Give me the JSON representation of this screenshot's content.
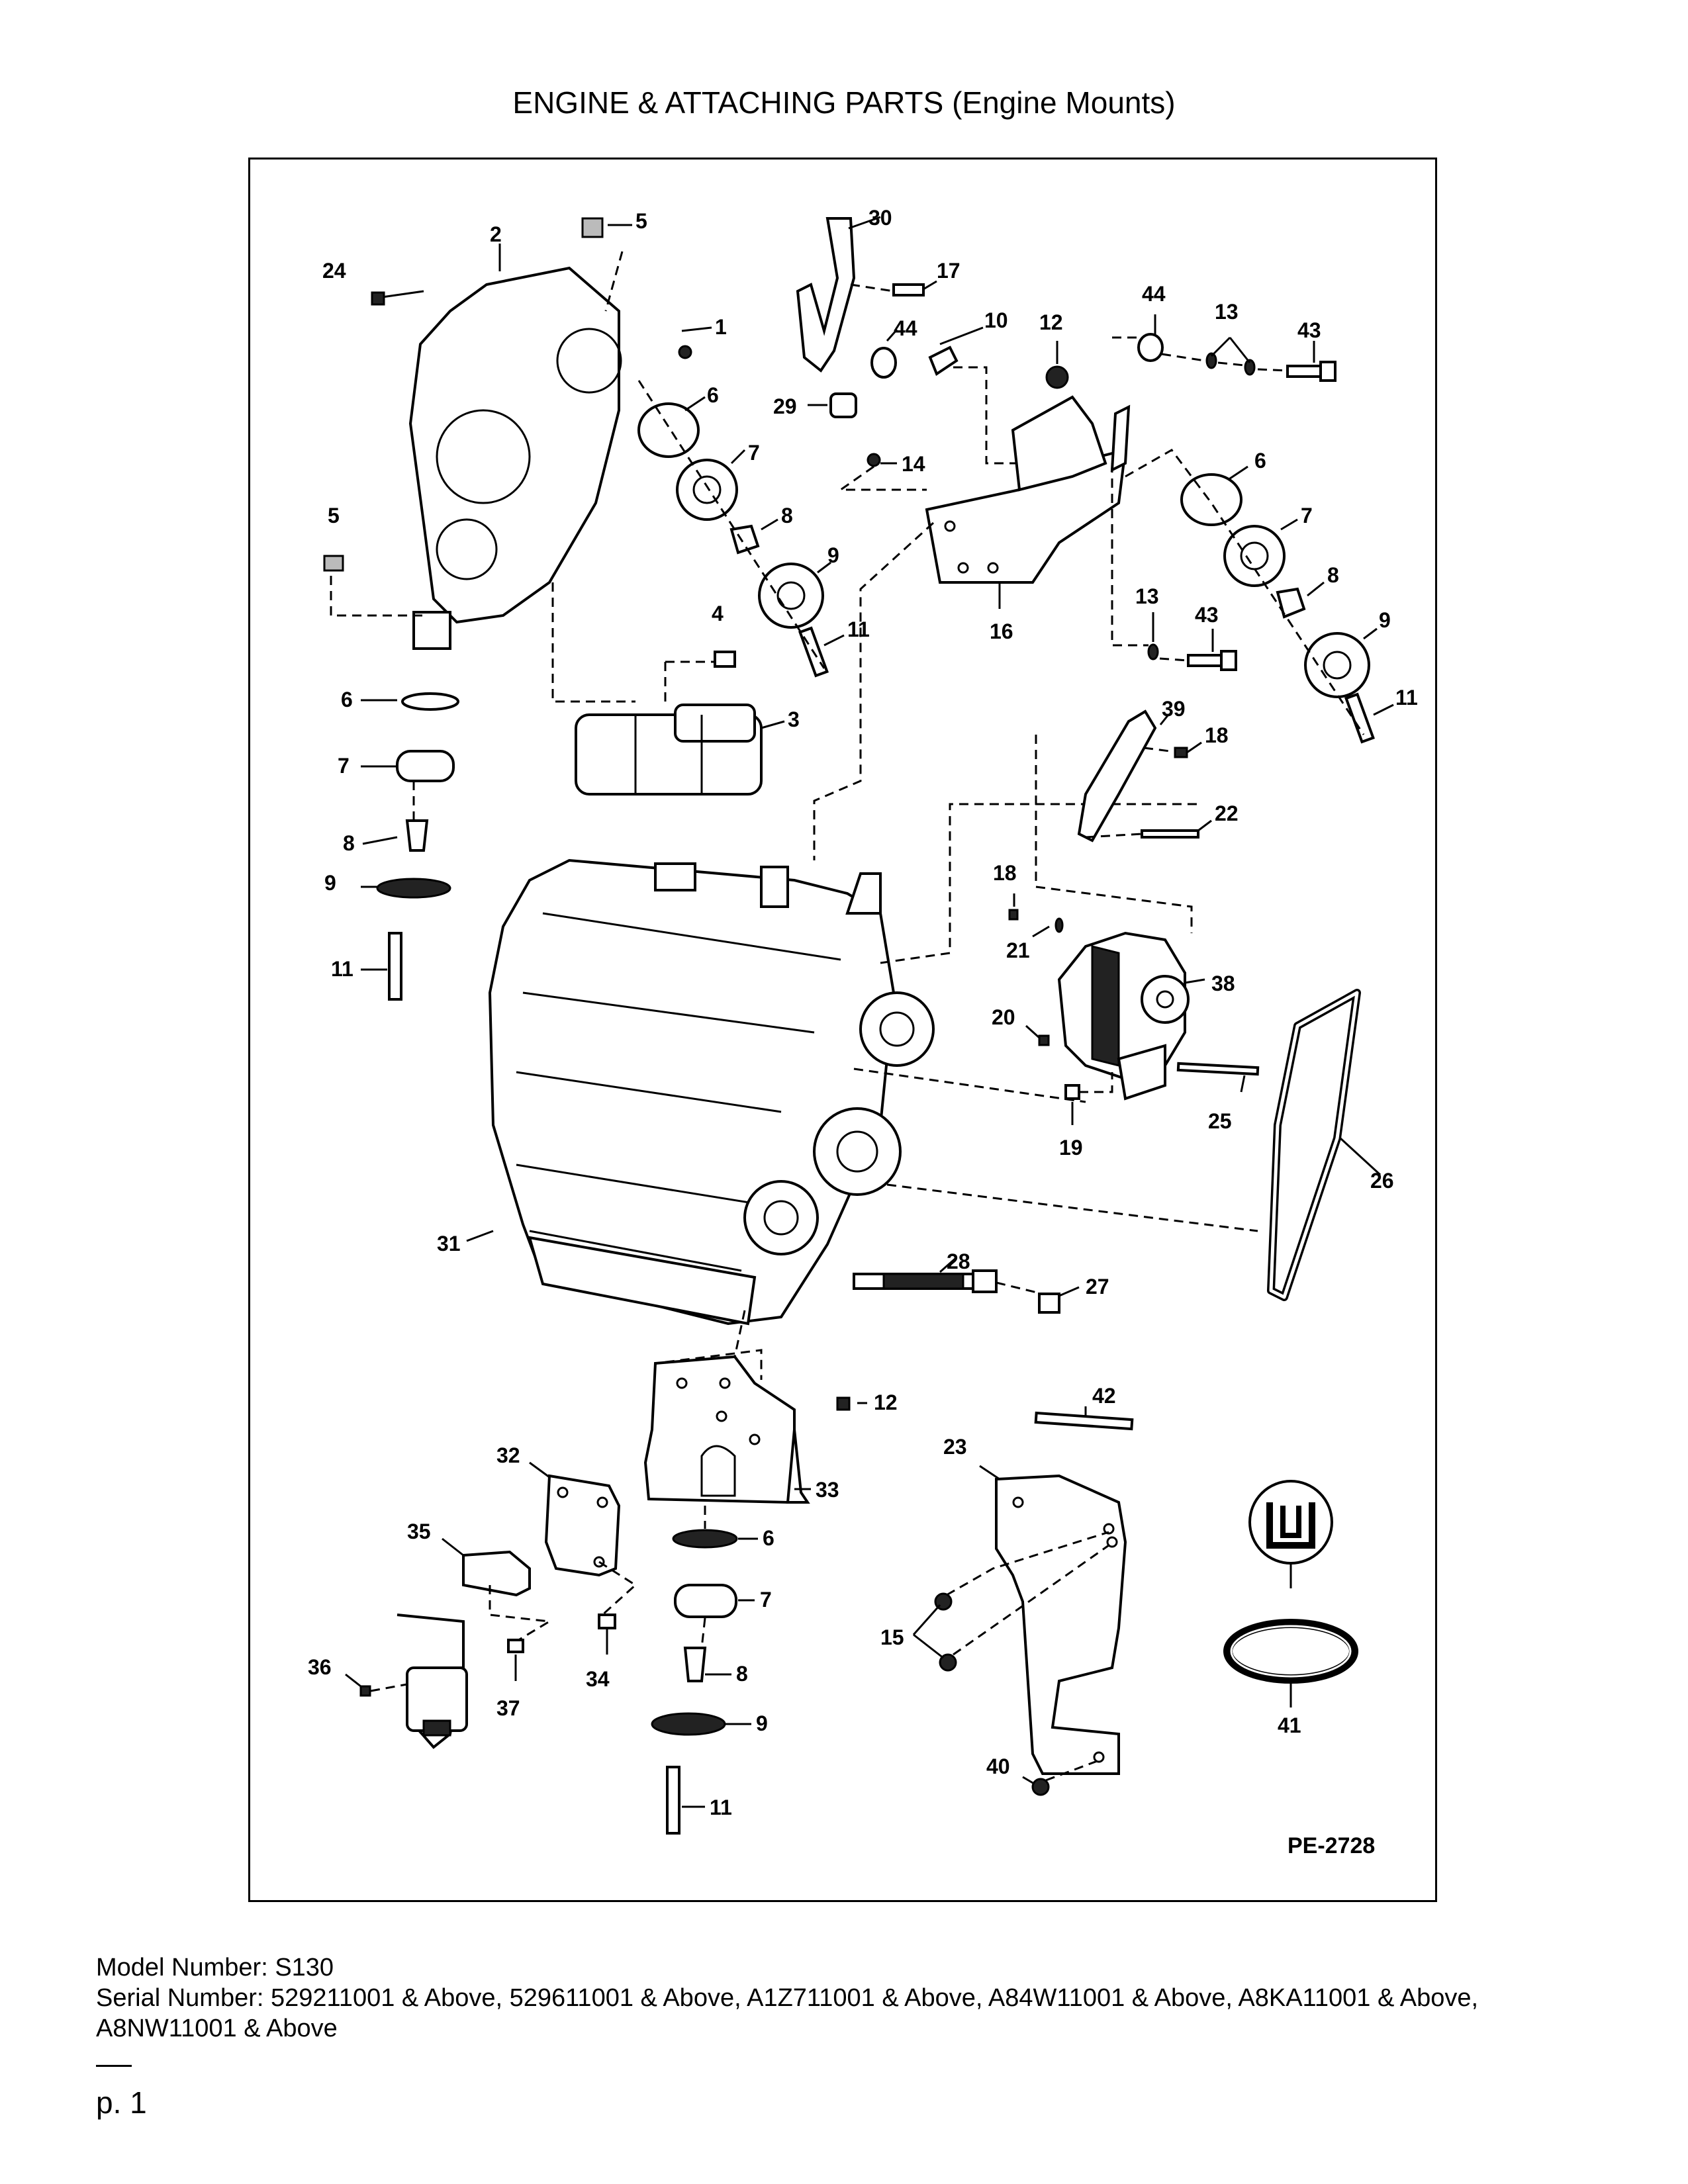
{
  "header": {
    "title": "ENGINE & ATTACHING PARTS (Engine Mounts)"
  },
  "diagram": {
    "drawing_code": "PE-2728",
    "callouts": [
      "5",
      "2",
      "24",
      "1",
      "30",
      "17",
      "44",
      "10",
      "12",
      "13",
      "43",
      "6",
      "29",
      "7",
      "14",
      "8",
      "9",
      "11",
      "16",
      "4",
      "3",
      "39",
      "18",
      "22",
      "21",
      "38",
      "20",
      "19",
      "25",
      "26",
      "31",
      "28",
      "27",
      "42",
      "32",
      "33",
      "23",
      "35",
      "15",
      "36",
      "37",
      "34",
      "40",
      "41"
    ]
  },
  "footer": {
    "model": "Model Number: S130",
    "serial": "Serial Number: 529211001 & Above, 529611001 & Above, A1Z711001 & Above, A84W11001 & Above, A8KA11001 & Above, A8NW11001 & Above",
    "page": "p. 1"
  }
}
